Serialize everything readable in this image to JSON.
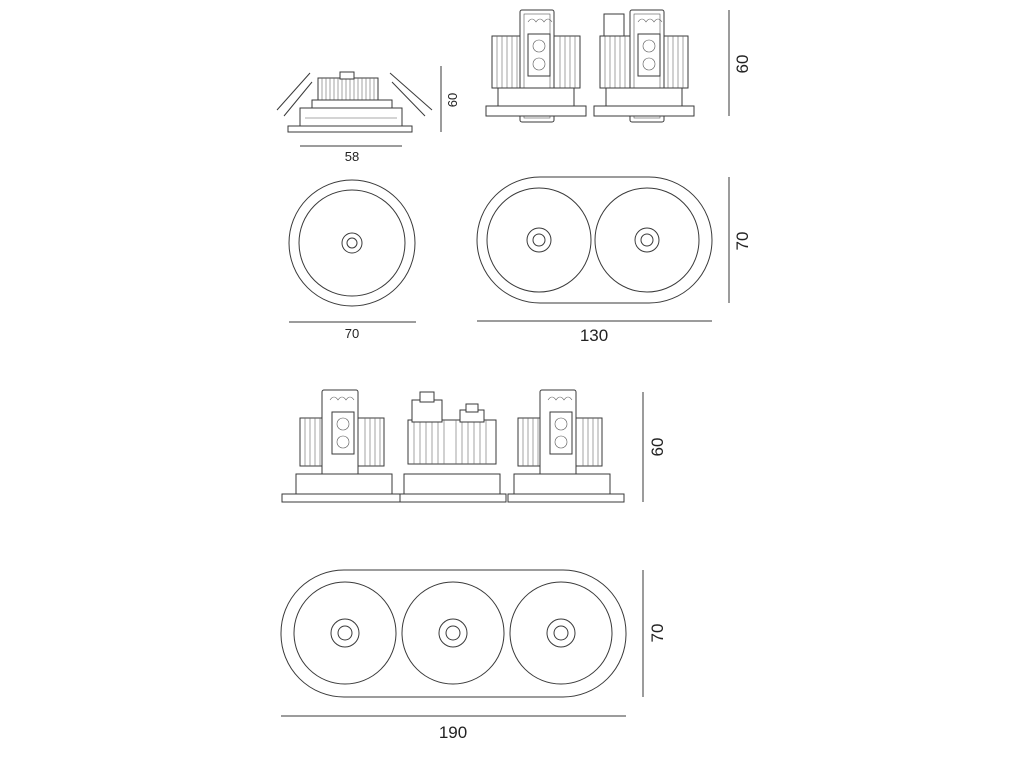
{
  "dimensions": {
    "single_side_width": "58",
    "single_side_height": "60",
    "single_top_diameter": "70",
    "double_side_height": "60",
    "double_top_width": "130",
    "double_top_height": "70",
    "triple_side_height": "60",
    "triple_top_width": "190",
    "triple_top_height": "70"
  },
  "colors": {
    "line": "#3a3a3a",
    "background": "#ffffff"
  }
}
